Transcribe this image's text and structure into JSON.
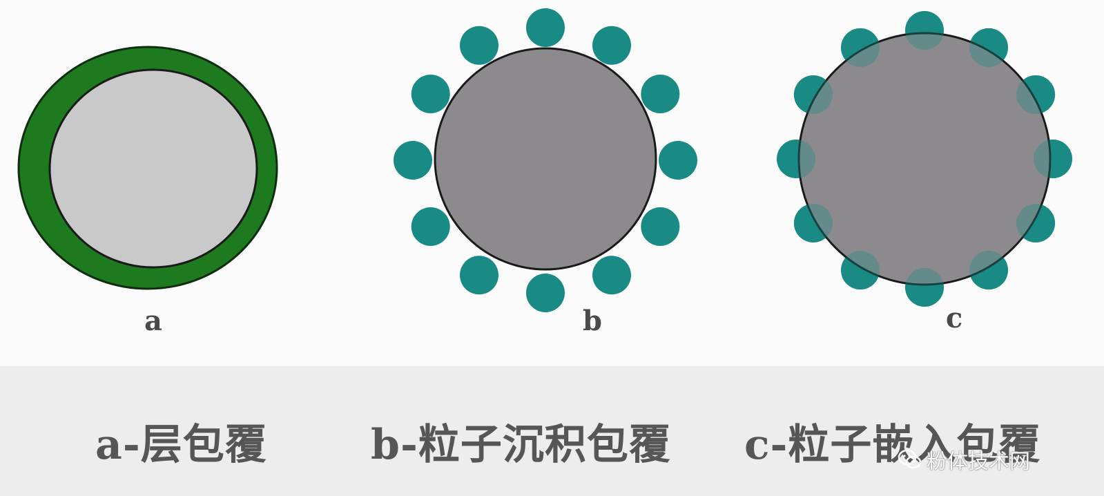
{
  "panels": [
    {
      "letter": "a",
      "caption": "a-层包覆",
      "name": "layer-coating"
    },
    {
      "letter": "b",
      "caption": "b-粒子沉积包覆",
      "name": "particle-deposition-coating"
    },
    {
      "letter": "c",
      "caption": "c-粒子嵌入包覆",
      "name": "particle-embedding-coating"
    }
  ],
  "watermark": {
    "text": "粉体技术网",
    "icon": "wechat-icon"
  },
  "colors": {
    "coating_layer": "#1e7a1e",
    "coating_outline": "#0f2d0f",
    "core_light": "#c9c9c9",
    "core_dark": "#8c8a8c",
    "particle": "#1a8a84",
    "outline": "#1a1a1a",
    "label": "#565656"
  },
  "particle_count": {
    "b": 12,
    "c": 12
  }
}
